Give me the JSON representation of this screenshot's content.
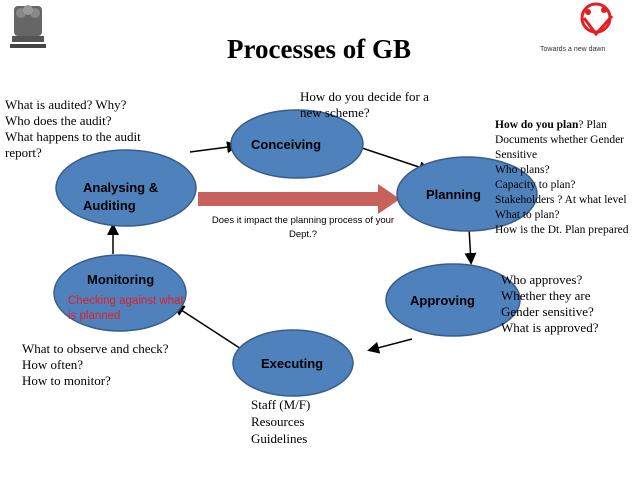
{
  "header": {
    "title": "Processes of GB",
    "tagline": "Towards a new dawn",
    "colors": {
      "node_fill": "#4f81bd",
      "node_stroke": "#385d8a",
      "arrow": "#c0504d",
      "accent_text": "#e31e24"
    }
  },
  "nodes": {
    "conceiving": "Conceiving",
    "planning": "Planning",
    "approving": "Approving",
    "executing": "Executing",
    "monitoring": "Monitoring",
    "analysing_line1": "Analysing &",
    "analysing_line2": "Auditing"
  },
  "notes": {
    "conceiving": [
      "How do you decide for a",
      "new scheme?"
    ],
    "audit": [
      "What is audited? Why?",
      "Who does the audit?",
      "What happens to the audit",
      "report?"
    ],
    "planning_bold": "How do you plan",
    "planning_first_rest": "? Plan",
    "planning": [
      "Documents whether Gender",
      "Sensitive",
      "Who plans?",
      "Capacity to plan?",
      "Stakeholders ? At what level",
      "What to plan?",
      "How is the Dt. Plan prepared"
    ],
    "approving": [
      "Who approves?",
      "Whether they are",
      "Gender sensitive?",
      "What is approved?"
    ],
    "executing": [
      "Staff (M/F)",
      "Resources",
      "Guidelines"
    ],
    "monitoring_red": [
      "Checking against what",
      "is planned"
    ],
    "observe": [
      "What to observe and check?",
      "How often?",
      "How to monitor?"
    ],
    "center_question": [
      "Does it impact the planning process of your",
      "Dept.?"
    ]
  },
  "icons": [
    "state-emblem-icon",
    "logo-icon"
  ]
}
